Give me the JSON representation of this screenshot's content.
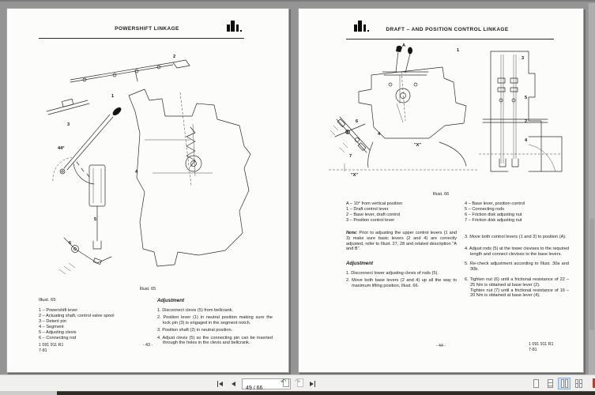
{
  "toolbar": {
    "page_value": "49 / 66"
  },
  "pages": [
    {
      "header_title": "POWERSHIFT LINKAGE",
      "illust_caption": "Illust. 65",
      "legend_title": "Illust. 65",
      "legend": [
        "1  –  Powershift lever",
        "2  –  Actuating shaft, control valve spool",
        "3  –  Detent pin",
        "4  –  Segment",
        "5  –  Adjusting clevis",
        "6  –  Connecting rod"
      ],
      "adjustment_title": "Adjustment",
      "steps": [
        "1. Disconnect clevis (5) from bellcrank.",
        "2. Position lever (1) in neutral position making sure the lock pin (3) is engaged in the segment notch.",
        "3. Position shaft (2) in neutral position.",
        "4. Adjust clevis (5) so the connecting pin can be inserted through the holes in the clevis and bellcrank."
      ],
      "callouts": [
        "44°",
        "1",
        "2",
        "3",
        "4",
        "5",
        "6"
      ],
      "footer_doc": "1 091 911 R1",
      "footer_date": "7-81",
      "footer_page": "- 43 -"
    },
    {
      "header_title": "DRAFT – AND POSITION CONTROL LINKAGE",
      "illust_caption": "Illust. 66",
      "legend_left": [
        "A  –  10° from vertical position",
        "1  –  Draft control lever",
        "2  –  Base lever, draft control",
        "3  –  Position control lever"
      ],
      "legend_right": [
        "4  –  Base lever, position control",
        "5  –  Connecting rods",
        "6  –  Friction disk adjusting nut",
        "7  –  Friction disk adjusting nut"
      ],
      "note_label": "Note:",
      "note_text": " Prior to adjusting the upper control levers (1 and 3) make sure basic levers (2 and 4) are correctly adjusted, refer to Illust. 27, 28 and related description \"A and B\".",
      "adjustment_title": "Adjustment",
      "steps_left": [
        "1. Disconnect lower adjusting clevis of rods (5).",
        "2. Move both base levers (2 and 4) up all the way to maximum lifting position, Illust. 66."
      ],
      "steps_right_top": [
        "3. Move both control levers (1 and 3) to position (A).",
        "4. Adjust rods (5) at the lower clevises to the required length and connect clevises to the base levers."
      ],
      "steps_right_bottom": [
        "5. Re-check adjustment according to Illust. 30a and 30b.",
        "6. Tighten nut (6) until a frictional resistance of 22 – 25 Nm is obtained at base lever (2).",
        "Tighten nut (7) until a frictional resistance of 16 – 20 Nm is obtained at base lever (4)."
      ],
      "callouts": [
        "A",
        "1",
        "3",
        "5",
        "2",
        "4",
        "6",
        "2",
        "4",
        "7",
        "\"X\"",
        "\"X\""
      ],
      "footer_page": "- 44 -",
      "footer_doc": "1 091 911 R1",
      "footer_date": "7-81"
    }
  ]
}
